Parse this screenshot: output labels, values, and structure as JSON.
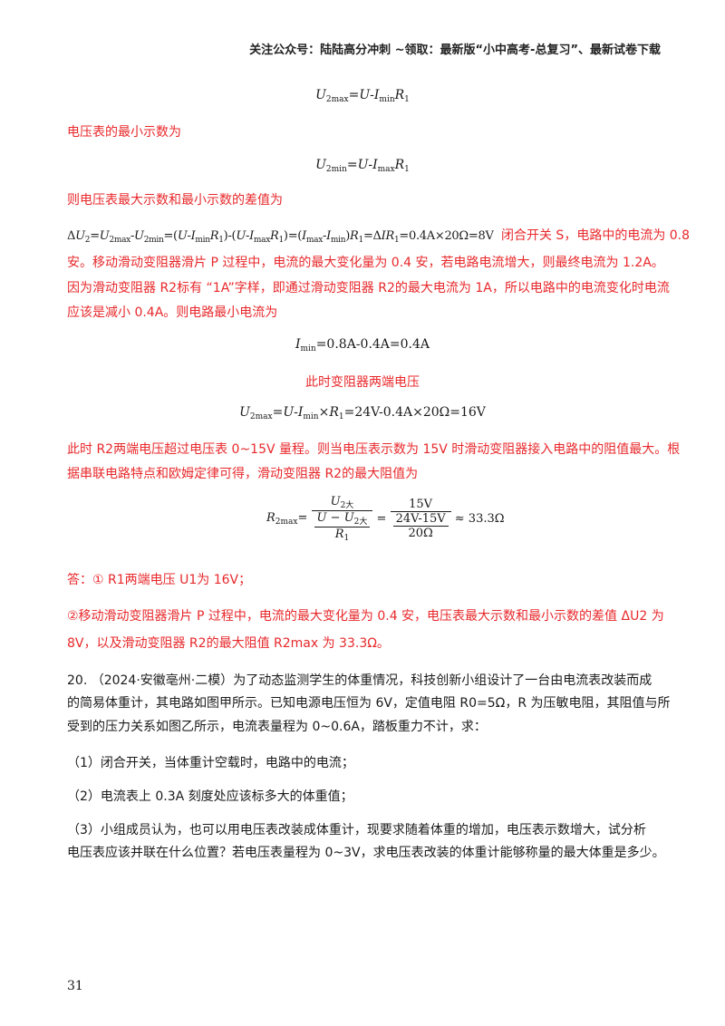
{
  "header": {
    "text": "关注公众号：陆陆高分冲刺  ~领取：最新版“小中高考-总复习”、最新试卷下载"
  },
  "solution": {
    "eq_u2max_first": "U2max=U-IminR1",
    "label_min_reading": "电压表的最小示数为",
    "eq_u2min": "U2min=U-ImaxR1",
    "label_difference": "则电压表最大示数和最小示数的差值为",
    "eq_delta": "ΔU2=U2max-U2min=(U-IminR1)-(U-ImaxR1)=(Imax-Imin)R1=ΔIR1=0.4A×20Ω=8V",
    "line_close_switch": "闭合开关 S，电路中的电流为 0.8",
    "line_2": "安。移动滑动变阻器滑片 P 过程中，电流的最大变化量为 0.4 安，若电路电流增大，则最终电流为 1.2A。",
    "line_3": "因为滑动变阻器 R2标有 “1A”字样，即通过滑动变阻器 R2的最大电流为 1A，所以电路中的电流变化时电流",
    "line_4": "应该是减小 0.4A。则电路最小电流为",
    "eq_imin": "Imin=0.8A-0.4A=0.4A",
    "label_voltage": "此时变阻器两端电压",
    "eq_u2max_value": "U2max=U-Imin×R1=24V-0.4A×20Ω=16V",
    "line_5": "此时 R2两端电压超过电压表 0~15V 量程。则当电压表示数为 15V 时滑动变阻器接入电路中的阻值最大。根",
    "line_6": "据串联电路特点和欧姆定律可得，滑动变阻器 R2的最大阻值为",
    "eq_r2max_result": "≈ 33.3Ω",
    "answer_1": "答：① R1两端电压 U1为 16V；",
    "answer_2a": "②移动滑动变阻器滑片 P 过程中，电流的最大变化量为 0.4 安，电压表最大示数和最小示数的差值 ΔU2 为",
    "answer_2b": "8V，以及滑动变阻器 R2的最大阻值 R2max 为 33.3Ω。"
  },
  "question": {
    "line_1": "20.  （2024·安徽亳州·二模）为了动态监测学生的体重情况，科技创新小组设计了一台由电流表改装而成",
    "line_2": "的简易体重计，其电路如图甲所示。已知电源电压恒为 6V，定值电阻 R0=5Ω，R 为压敏电阻，其阻值与所",
    "line_3": "受到的压力关系如图乙所示，电流表量程为 0~0.6A，踏板重力不计，求：",
    "part_1": "（1）闭合开关，当体重计空载时，电路中的电流；",
    "part_2": "（2）电流表上 0.3A 刻度处应该标多大的体重值；",
    "part_3a": "（3）小组成员认为，也可以用电压表改装成体重计，现要求随着体重的增加，电压表示数增大，试分析",
    "part_3b": "电压表应该并联在什么位置？若电压表量程为 0~3V，求电压表改装的体重计能够称量的最大体重是多少。"
  },
  "page_number": "31",
  "colors": {
    "highlight": "#e8282b",
    "text": "#1a1a1a"
  }
}
